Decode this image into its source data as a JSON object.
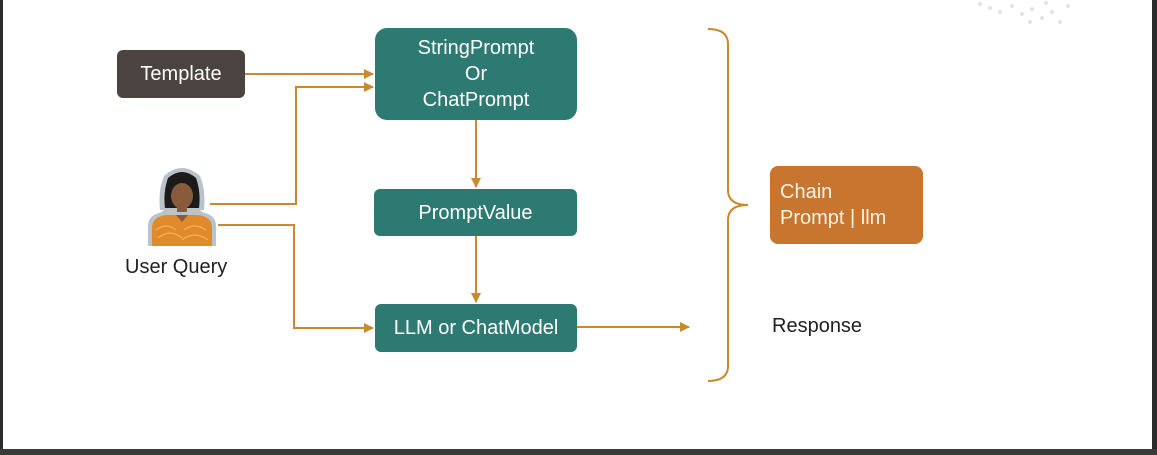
{
  "nodes": {
    "template": "Template",
    "string_prompt": [
      "StringPrompt",
      "Or",
      "ChatPrompt"
    ],
    "prompt_value": "PromptValue",
    "llm": "LLM or ChatModel",
    "chain": [
      "Chain",
      "Prompt | llm"
    ]
  },
  "labels": {
    "user_query": "User Query",
    "response": "Response"
  },
  "icons": {
    "user": "user-avatar-icon"
  },
  "colors": {
    "teal": "#2c7a72",
    "dark": "#4a4340",
    "orange": "#c8752f",
    "arrow": "#c98a2e"
  }
}
